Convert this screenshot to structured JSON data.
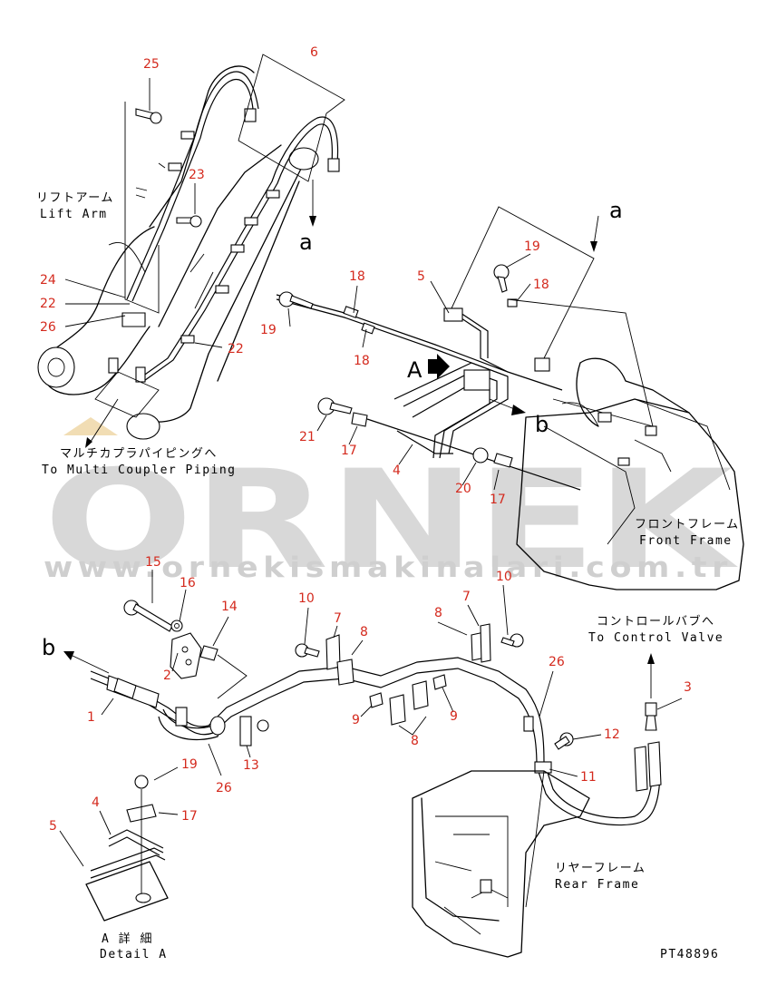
{
  "callouts": [
    {
      "n": "25"
    },
    {
      "n": "6"
    },
    {
      "n": "23"
    },
    {
      "n": "24"
    },
    {
      "n": "22"
    },
    {
      "n": "26"
    },
    {
      "n": "22"
    },
    {
      "n": "19"
    },
    {
      "n": "18"
    },
    {
      "n": "5"
    },
    {
      "n": "19"
    },
    {
      "n": "18"
    },
    {
      "n": "18"
    },
    {
      "n": "21"
    },
    {
      "n": "17"
    },
    {
      "n": "4"
    },
    {
      "n": "20"
    },
    {
      "n": "17"
    },
    {
      "n": "15"
    },
    {
      "n": "16"
    },
    {
      "n": "14"
    },
    {
      "n": "2"
    },
    {
      "n": "1"
    },
    {
      "n": "10"
    },
    {
      "n": "7"
    },
    {
      "n": "8"
    },
    {
      "n": "8"
    },
    {
      "n": "7"
    },
    {
      "n": "10"
    },
    {
      "n": "26"
    },
    {
      "n": "9"
    },
    {
      "n": "8"
    },
    {
      "n": "9"
    },
    {
      "n": "13"
    },
    {
      "n": "26"
    },
    {
      "n": "12"
    },
    {
      "n": "11"
    },
    {
      "n": "3"
    },
    {
      "n": "19"
    },
    {
      "n": "4"
    },
    {
      "n": "17"
    },
    {
      "n": "5"
    }
  ],
  "letters": {
    "a1": "a",
    "a2": "a",
    "b1": "b",
    "b2": "b",
    "A": "A"
  },
  "labels": {
    "lift_arm_jp": "リフトアーム",
    "lift_arm_en": "Lift Arm",
    "multi_coupler_jp": "マルチカプラパイピングへ",
    "multi_coupler_en": "To Multi Coupler Piping",
    "front_frame_jp": "フロントフレーム",
    "front_frame_en": "Front Frame",
    "control_valve_jp": "コントロールバブへ",
    "control_valve_en": "To Control Valve",
    "rear_frame_jp": "リヤーフレーム",
    "rear_frame_en": "Rear Frame",
    "detail_jp": "A 詳 細",
    "detail_en": "Detail A",
    "drawing_no": "PT48896"
  },
  "watermark": {
    "brand": "ORNEK",
    "url": "www.ornekismakinalari.com.tr"
  }
}
